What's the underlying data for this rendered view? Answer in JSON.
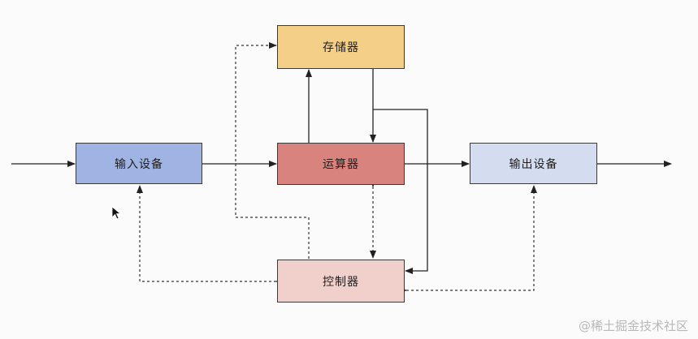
{
  "nodes": {
    "input": "输入设备",
    "alu": "运算器",
    "memory": "存储器",
    "output": "输出设备",
    "control": "控制器"
  },
  "watermark": "@稀土掘金技术社区"
}
